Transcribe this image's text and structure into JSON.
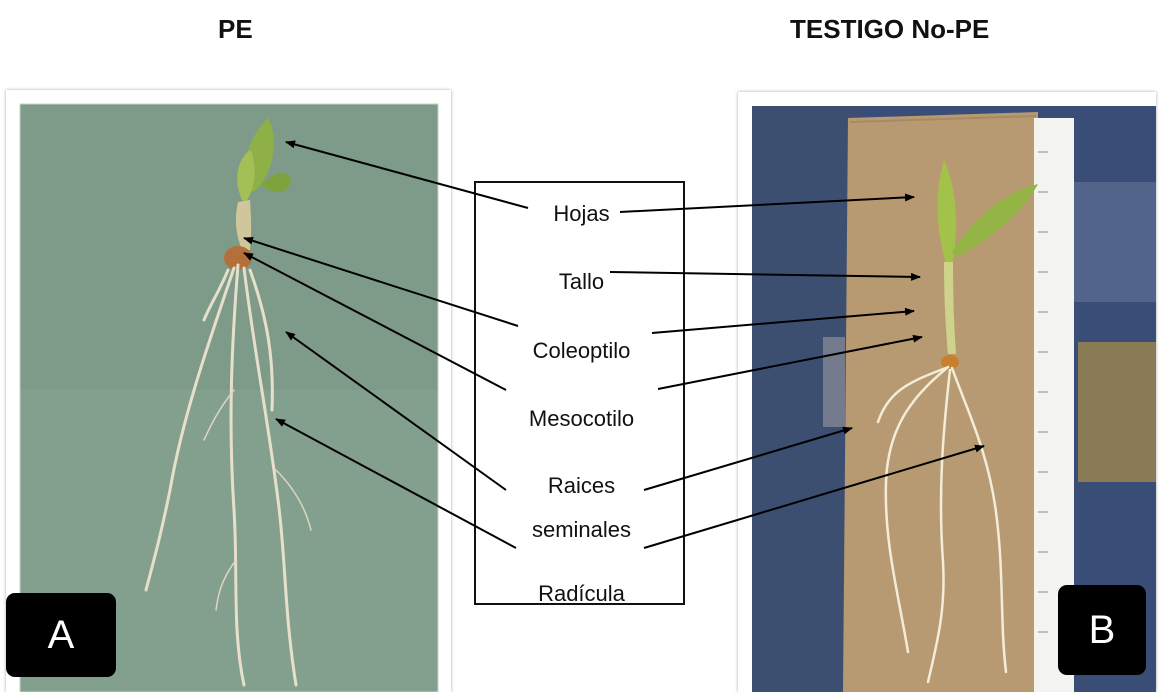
{
  "titles": {
    "left": "PE",
    "right": "TESTIGO No-PE"
  },
  "labels": {
    "hojas": "Hojas",
    "tallo": "Tallo",
    "coleoptilo": "Coleoptilo",
    "mesocotilo": "Mesocotilo",
    "raices_line1": "Raices",
    "raices_line2": "seminales",
    "radicula": "Radícula"
  },
  "badges": {
    "a": "A",
    "b": "B"
  },
  "colors": {
    "photo_a_background": "#7f9a88",
    "photo_b_background": "#3b4e78",
    "paper_bag": "#b89a72",
    "leaf_green": "#8aa83a",
    "root": "#e8e2cf"
  }
}
